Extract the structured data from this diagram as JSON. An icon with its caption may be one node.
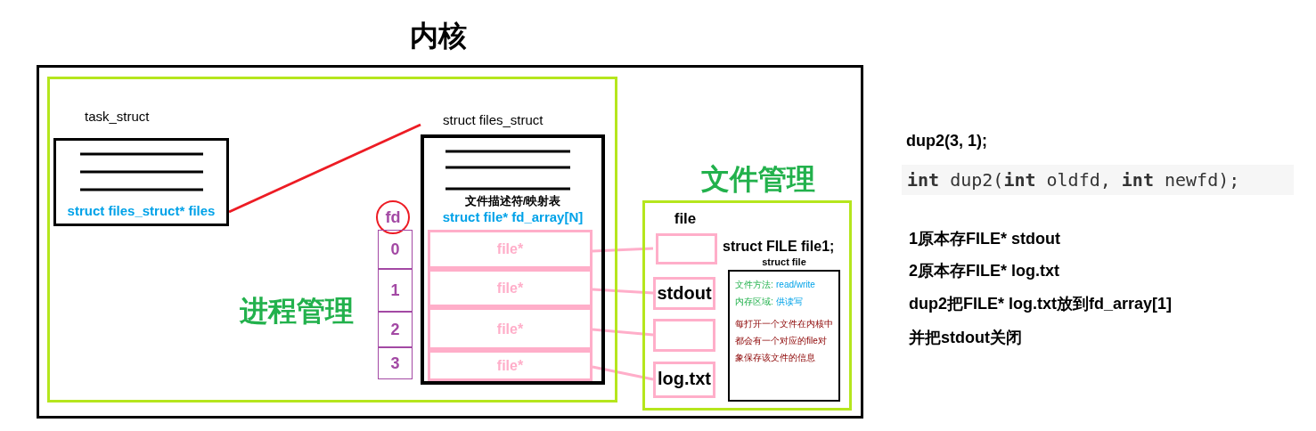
{
  "diagram": {
    "nodes": [
      {
        "text": [
          "内核"
        ]
      },
      {
        "text": [
          "进程管理"
        ],
        "in": 0
      },
      {
        "text": [
          "task_struct",
          "struct files_struct* files"
        ],
        "in": 1
      },
      {
        "text": [
          "struct files_struct",
          "文件描述符/映射表",
          "struct file* fd_array[N]"
        ],
        "in": 1
      },
      {
        "text": [
          "file*"
        ],
        "in": 3
      },
      {
        "text": [
          "file*"
        ],
        "in": 3
      },
      {
        "text": [
          "file*"
        ],
        "in": 3
      },
      {
        "text": [
          "file*"
        ],
        "in": 3
      },
      {
        "text": [
          "fd"
        ],
        "in": 1
      },
      {
        "text": [
          "0"
        ],
        "in": 1
      },
      {
        "text": [
          "1"
        ],
        "in": 1
      },
      {
        "text": [
          "2"
        ],
        "in": 1
      },
      {
        "text": [
          "3"
        ],
        "in": 1
      },
      {
        "text": [
          "文件管理"
        ],
        "in": 0
      },
      {
        "text": [
          "file"
        ],
        "in": 13,
        "beside": [
          "struct FILE file1;"
        ]
      },
      {
        "text": [
          "stdout"
        ],
        "in": 13
      },
      {
        "text": [],
        "shape": "box",
        "in": 13
      },
      {
        "text": [
          "log.txt"
        ],
        "in": 13
      },
      {
        "text": [
          "struct file",
          "文件方法:",
          "read/write",
          "内存区域:",
          "供读写",
          "每打开一个文件在内核中都会有一个对应的file对象保存该文件的信息"
        ],
        "in": 13
      }
    ],
    "edges": [
      {
        "from": 2,
        "to": 3,
        "arrow": "none",
        "color": "#ed1c24"
      },
      {
        "from": 4,
        "to": 14,
        "arrow": "none"
      },
      {
        "from": 5,
        "to": 15,
        "arrow": "none"
      },
      {
        "from": 6,
        "to": 16,
        "arrow": "none"
      },
      {
        "from": 7,
        "to": 17,
        "arrow": "none"
      }
    ],
    "labels": [
      "dup2(3, 1);",
      "**int** dup2(**int** oldfd, **int** newfd);",
      "1原本存FILE* stdout",
      "2原本存FILE* log.txt",
      "dup2把FILE* log.txt放到fd_array[1]",
      "并把stdout关闭"
    ]
  }
}
